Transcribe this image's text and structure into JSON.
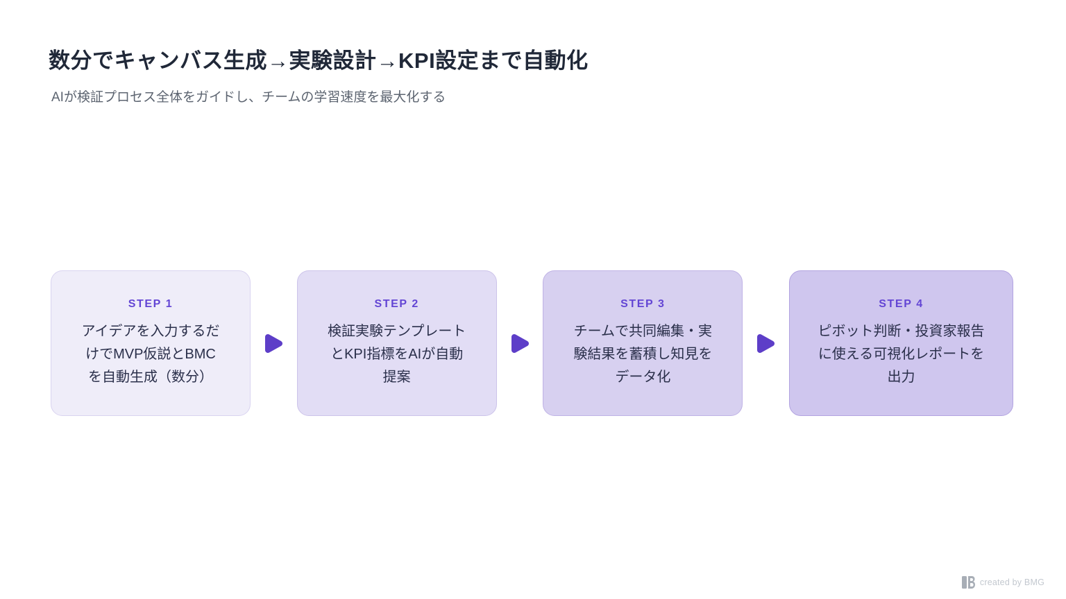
{
  "slide": {
    "title": "数分でキャンバス生成→実験設計→KPI設定まで自動化",
    "subtitle": "AIが検証プロセス全体をガイドし、チームの学習速度を最大化する"
  },
  "steps": [
    {
      "label": "STEP 1",
      "text": "アイデアを入力するだ\nけでMVP仮説とBMC\nを自動生成（数分）",
      "bg": "#efedf9",
      "border": "#d9d3f0"
    },
    {
      "label": "STEP 2",
      "text": "検証実験テンプレート\nとKPI指標をAIが自動\n提案",
      "bg": "#e2ddf5",
      "border": "#ccc3ea"
    },
    {
      "label": "STEP 3",
      "text": "チームで共同編集・実\n験結果を蓄積し知見を\nデータ化",
      "bg": "#d7d0f0",
      "border": "#bfb2e5"
    },
    {
      "label": "STEP 4",
      "text": "ピボット判断・投資家報告\nに使える可視化レポートを\n出力",
      "bg": "#cfc6ee",
      "border": "#b2a3e0"
    }
  ],
  "colors": {
    "arrow": "#5d3ec8",
    "step_label": "#6345d4",
    "title": "#202838",
    "subtitle": "#5c6470",
    "card_text": "#2a2f4a",
    "credit_text": "#c3c8cf",
    "logo_gray": "#a8aeb6"
  },
  "footer": {
    "credit": "created by BMG"
  }
}
